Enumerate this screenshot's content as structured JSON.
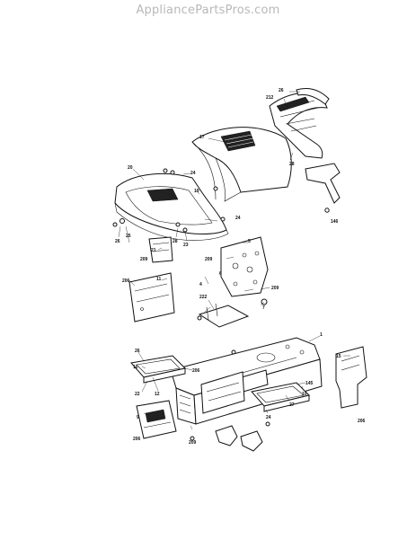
{
  "watermark": "AppliancePartsPros.com",
  "labels": {
    "l26a": "26",
    "l212": "212",
    "l17": "17",
    "l28a": "28",
    "l20": "20",
    "l24a": "24",
    "l19": "19",
    "l24b": "24",
    "l146a": "146",
    "l26b": "26",
    "l25": "25",
    "l23": "23",
    "l28b": "28",
    "l21": "21",
    "l209a": "209",
    "l5": "5",
    "l209b": "209",
    "l6": "6",
    "l206a": "206",
    "l11": "11",
    "l4": "4",
    "l222": "222",
    "l209c": "209",
    "l7": "7",
    "l1": "1",
    "l26c": "26",
    "l10a": "10",
    "l206b": "206",
    "l12": "12",
    "l22": "22",
    "l15": "15",
    "l145": "145",
    "l10b": "10",
    "l24c": "24",
    "l27": "27",
    "l9": "9",
    "l206c": "206",
    "l209d": "209",
    "l206d": "206"
  }
}
